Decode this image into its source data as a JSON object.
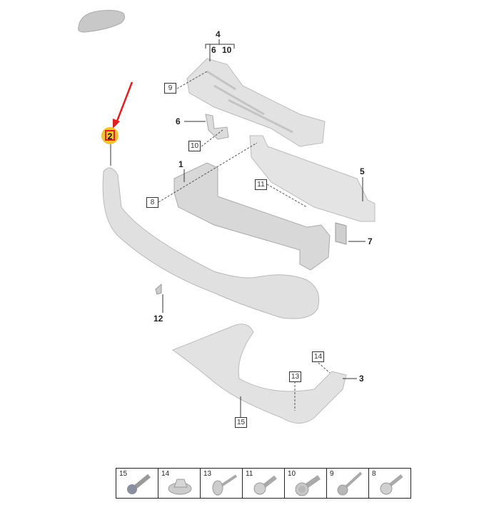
{
  "callouts": {
    "c4": "4",
    "c4_sub1": "6",
    "c4_sub2": "10",
    "c6": "6",
    "c1": "1",
    "c5": "5",
    "c7": "7",
    "c12": "12",
    "c3": "3",
    "c2": "2"
  },
  "boxed_refs": {
    "b9": "9",
    "b10": "10",
    "b11": "11",
    "b8": "8",
    "b14": "14",
    "b13": "13",
    "b15": "15"
  },
  "fastener_table": [
    {
      "number": "15",
      "icon": "flange-bolt"
    },
    {
      "number": "14",
      "icon": "flange-nut"
    },
    {
      "number": "13",
      "icon": "self-tapping-screw"
    },
    {
      "number": "11",
      "icon": "pan-head-screw"
    },
    {
      "number": "10",
      "icon": "washer-bolt"
    },
    {
      "number": "9",
      "icon": "long-bolt"
    },
    {
      "number": "8",
      "icon": "torx-bolt"
    }
  ],
  "colors": {
    "highlight": "#f2c230",
    "arrow": "#e02020",
    "part": "#dcdcdc"
  }
}
